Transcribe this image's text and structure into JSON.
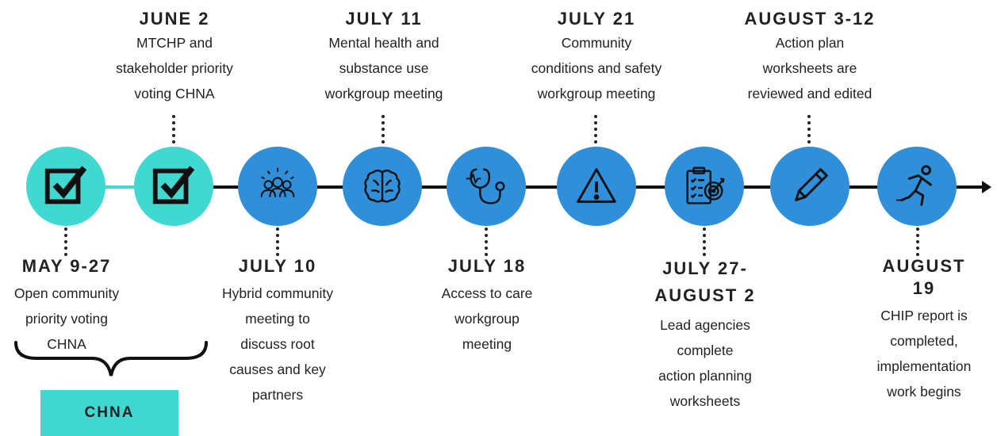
{
  "milestones": [
    {
      "date": "MAY 9-27",
      "lines": [
        "Open community",
        "priority voting",
        "CHNA"
      ],
      "icon": "checkbox-icon",
      "color": "#3fd9d2"
    },
    {
      "date": "JUNE 2",
      "lines": [
        "MTCHP and",
        "stakeholder priority",
        "voting CHNA"
      ],
      "icon": "checkbox-icon",
      "color": "#3fd9d2"
    },
    {
      "date": "JULY 10",
      "lines": [
        "Hybrid community",
        "meeting to",
        "discuss root",
        "causes and key",
        "partners"
      ],
      "icon": "community-group-icon",
      "color": "#2f8fd8"
    },
    {
      "date": "JULY 11",
      "lines": [
        "Mental health and",
        "substance use",
        "workgroup meeting"
      ],
      "icon": "brain-icon",
      "color": "#2f8fd8"
    },
    {
      "date": "JULY 18",
      "lines": [
        "Access to care",
        "workgroup",
        "meeting"
      ],
      "icon": "stethoscope-icon",
      "color": "#2f8fd8"
    },
    {
      "date": "JULY 21",
      "lines": [
        "Community",
        "conditions and safety",
        "workgroup meeting"
      ],
      "icon": "warning-icon",
      "color": "#2f8fd8"
    },
    {
      "date_lines": [
        "JULY 27-",
        "AUGUST 2"
      ],
      "lines": [
        "Lead agencies",
        "complete",
        "action planning",
        "worksheets"
      ],
      "icon": "clipboard-target-icon",
      "color": "#2f8fd8"
    },
    {
      "date": "AUGUST 3-12",
      "lines": [
        "Action plan",
        "worksheets are",
        "reviewed and edited"
      ],
      "icon": "pencil-icon",
      "color": "#2f8fd8"
    },
    {
      "date": "AUGUST 19",
      "lines": [
        "CHIP report is",
        "completed,",
        "implementation",
        "work begins"
      ],
      "icon": "runner-icon",
      "color": "#2f8fd8"
    }
  ],
  "chna_label": "CHNA"
}
